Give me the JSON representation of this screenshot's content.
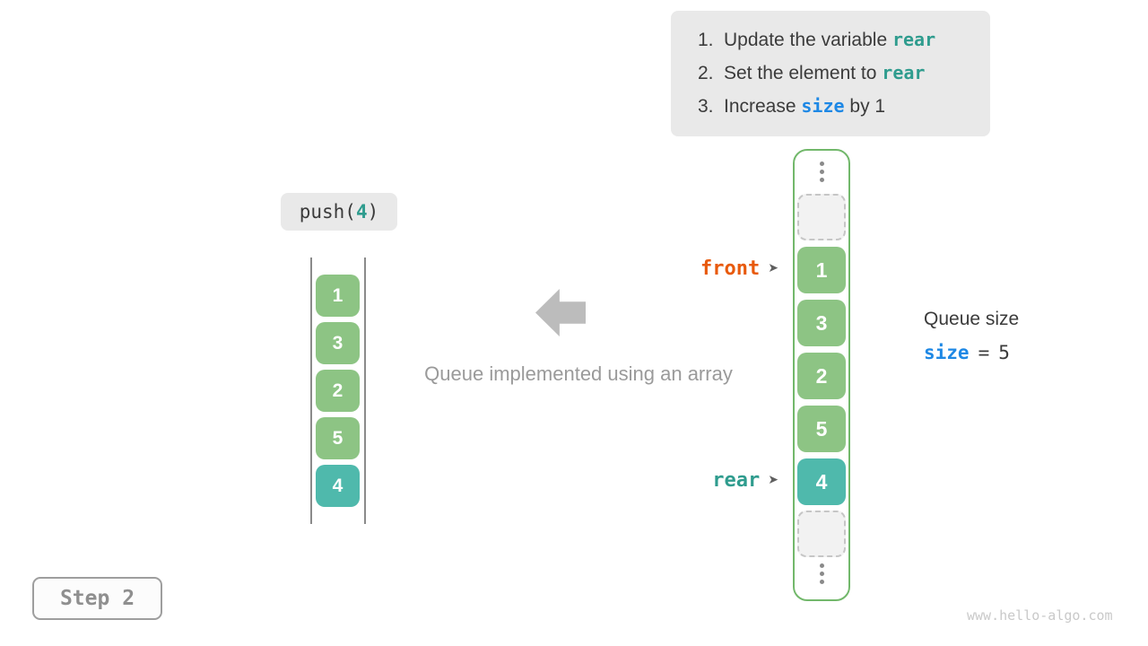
{
  "colors": {
    "green_cell": "#8dc484",
    "teal_cell": "#4fb9ac",
    "green_border": "#72b86b",
    "teal_code": "#2f9c8e",
    "blue_code": "#1e88e5",
    "orange_front": "#e85a0d",
    "instruction_bg": "#e9e9e9",
    "dark_text": "#3b3b3b",
    "muted_text": "#9a9a9a"
  },
  "instructions": {
    "items": [
      {
        "num": "1.",
        "pre": "Update the variable ",
        "code": "rear",
        "post": ""
      },
      {
        "num": "2.",
        "pre": "Set the element to ",
        "code": "rear",
        "post": ""
      },
      {
        "num": "3.",
        "pre": "Increase ",
        "code": "size",
        "post": " by 1"
      }
    ]
  },
  "operation": {
    "fn": "push(",
    "arg": "4",
    "close": ")"
  },
  "left_stack": {
    "values": [
      "1",
      "3",
      "2",
      "5",
      "4"
    ],
    "highlight_index": 4
  },
  "center_caption": "Queue implemented using an array",
  "array": {
    "front_label": "front",
    "rear_label": "rear",
    "pointer_arrow": "➤",
    "cells": [
      {
        "kind": "ellipsis"
      },
      {
        "kind": "empty"
      },
      {
        "kind": "value",
        "value": "1",
        "style": "green"
      },
      {
        "kind": "value",
        "value": "3",
        "style": "green"
      },
      {
        "kind": "value",
        "value": "2",
        "style": "green"
      },
      {
        "kind": "value",
        "value": "5",
        "style": "green"
      },
      {
        "kind": "value",
        "value": "4",
        "style": "teal"
      },
      {
        "kind": "empty"
      },
      {
        "kind": "ellipsis"
      }
    ]
  },
  "queue_size": {
    "title": "Queue size",
    "var": "size",
    "eq": "=",
    "value": "5"
  },
  "step_label": "Step 2",
  "watermark": "www.hello-algo.com"
}
